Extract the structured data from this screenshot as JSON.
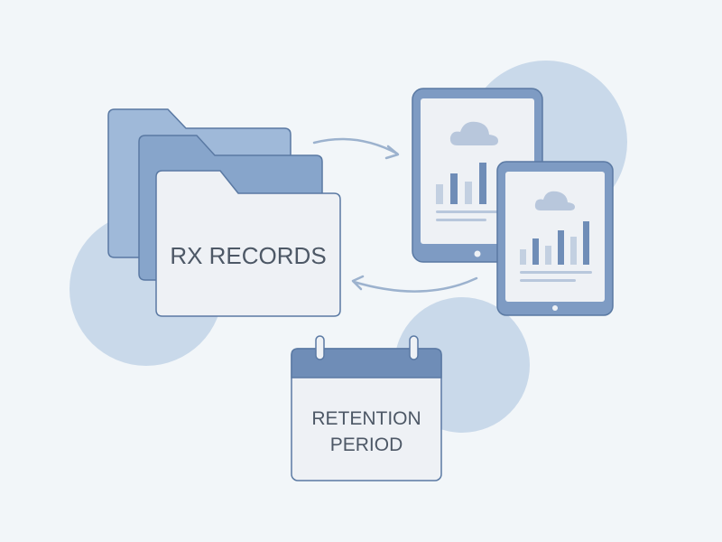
{
  "folder": {
    "label": "RX RECORDS"
  },
  "calendar": {
    "line1": "RETENTION",
    "line2": "PERIOD"
  },
  "colors": {
    "background": "#f2f6f9",
    "circle": "#c9d9ea",
    "folder_back": "#9fb9d9",
    "folder_mid": "#87a5cb",
    "folder_front": "#eef1f5",
    "stroke": "#5a79a3",
    "tablet_frame": "#7e9bc3",
    "tablet_screen": "#eef1f5",
    "bar_light": "#c3d0e1",
    "bar_dark": "#6f8db7",
    "cloud": "#b8c7dc",
    "text": "#4d5866",
    "arrow": "#9cb2ce",
    "calendar_header": "#6f8db7"
  },
  "icons": {
    "folder": "folder-stack-icon",
    "tablet_large": "tablet-icon",
    "tablet_small": "tablet-icon",
    "calendar": "calendar-icon",
    "cloud": "cloud-icon",
    "sync": "sync-arrows-icon"
  }
}
